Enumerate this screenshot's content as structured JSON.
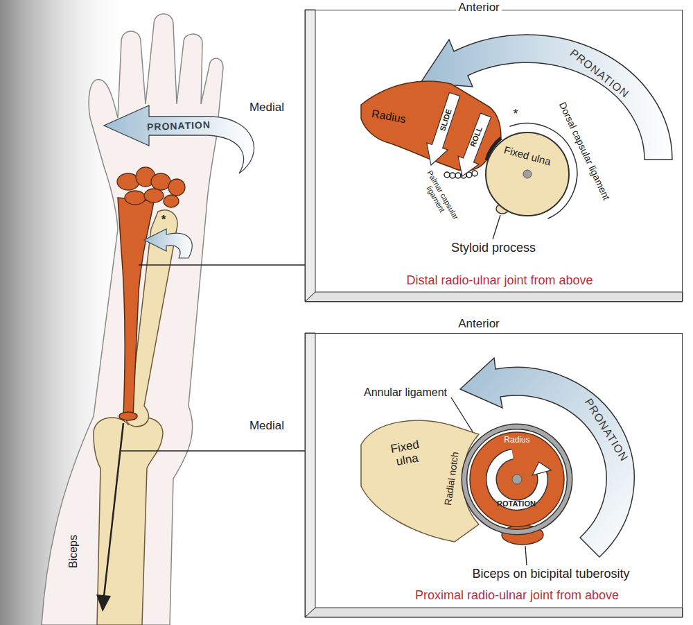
{
  "diagram": {
    "nodes": [
      {
        "text": [
          "Anterior",
          "Distal radio-ulnar joint from above"
        ]
      },
      {
        "text": [
          "Radius"
        ],
        "in": 0
      },
      {
        "text": [
          "Fixed ulna"
        ],
        "in": 0
      },
      {
        "text": [
          "Anterior",
          "Proximal radio-ulnar joint from above"
        ]
      },
      {
        "text": [
          "Fixed ulna"
        ],
        "in": 3
      },
      {
        "text": [
          "Radius"
        ],
        "in": 3
      }
    ],
    "labels": [
      "Medial",
      "PRONATION",
      "*",
      "Medial",
      "Biceps",
      "PRONATION",
      "SLIDE",
      "ROLL",
      "*",
      "Dorsal capsular ligament",
      "Palmar capsular ligament",
      "Styloid process",
      "Annular ligament",
      "PRONATION",
      "Radial notch",
      "ROTATION",
      "Biceps on bicipital tuberosity"
    ]
  }
}
